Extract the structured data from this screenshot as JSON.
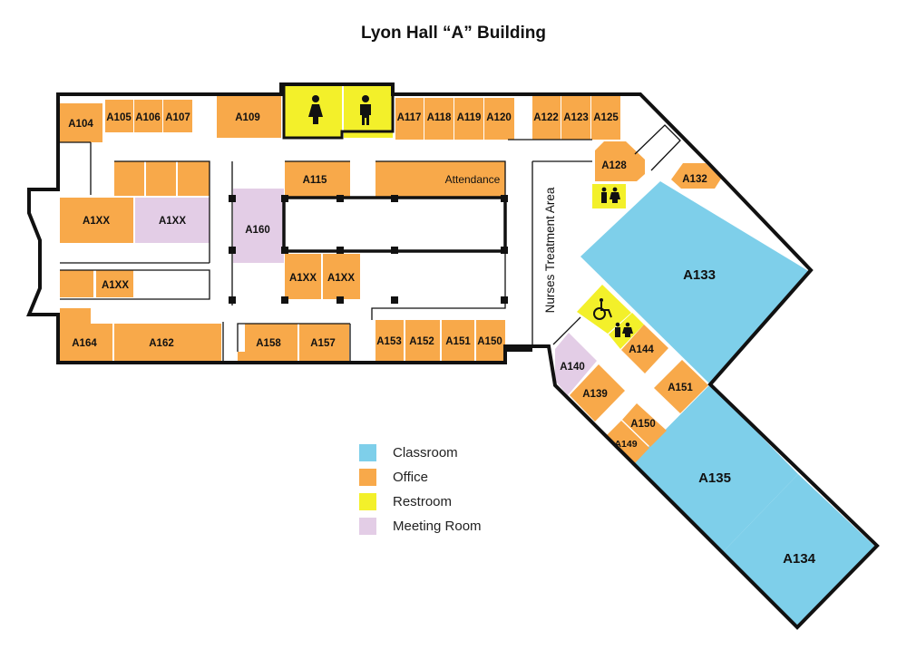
{
  "title": "Lyon Hall “A” Building",
  "colors": {
    "classroom": "#7ecfea",
    "office": "#f8a94a",
    "restroom": "#f3f02a",
    "meeting": "#e3cde6",
    "wall": "#111111"
  },
  "legend": [
    {
      "label": "Classroom",
      "color": "#7ecfea"
    },
    {
      "label": "Office",
      "color": "#f8a94a"
    },
    {
      "label": "Restroom",
      "color": "#f3f02a"
    },
    {
      "label": "Meeting Room",
      "color": "#e3cde6"
    }
  ],
  "rooms": {
    "a104": "A104",
    "a105": "A105",
    "a106": "A106",
    "a107": "A107",
    "a109": "A109",
    "a117": "A117",
    "a118": "A118",
    "a119": "A119",
    "a120": "A120",
    "a122": "A122",
    "a123": "A123",
    "a125": "A125",
    "a128": "A128",
    "a132": "A132",
    "a115": "A115",
    "attendance": "Attendance",
    "a160": "A160",
    "a1xx_1": "A1XX",
    "a1xx_2": "A1XX",
    "a1xx_3": "A1XX",
    "a1xx_4": "A1XX",
    "a1xx_5": "A1XX",
    "a164": "A164",
    "a162": "A162",
    "a158": "A158",
    "a157": "A157",
    "a153": "A153",
    "a152": "A152",
    "a151": "A151",
    "a150": "A150",
    "nurses": "Nurses Treatment Area",
    "a133": "A133",
    "a144": "A144",
    "a140": "A140",
    "a139": "A139",
    "a151b": "A151",
    "a150b": "A150",
    "a149": "A149",
    "a135": "A135",
    "a134": "A134"
  }
}
